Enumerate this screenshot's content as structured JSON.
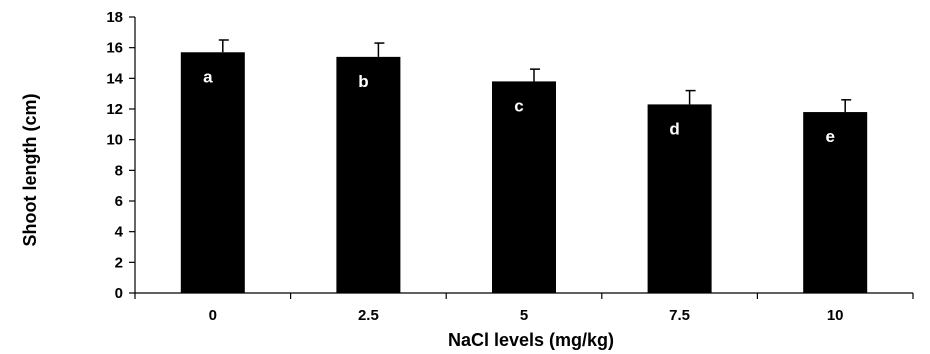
{
  "chart_data": {
    "type": "bar",
    "title": "",
    "xlabel": "NaCl levels (mg/kg)",
    "ylabel": "Shoot length (cm)",
    "ylim": [
      0,
      18
    ],
    "yticks": [
      0,
      2,
      4,
      6,
      8,
      10,
      12,
      14,
      16,
      18
    ],
    "categories": [
      "0",
      "2.5",
      "5",
      "7.5",
      "10"
    ],
    "values": [
      15.7,
      15.4,
      13.8,
      12.3,
      11.8
    ],
    "error": [
      0.8,
      0.9,
      0.8,
      0.9,
      0.8
    ],
    "letters": [
      "a",
      "b",
      "c",
      "d",
      "e"
    ],
    "bar_color": "#000000",
    "label_color": "#ffffff",
    "grid": false,
    "legend": "none"
  }
}
